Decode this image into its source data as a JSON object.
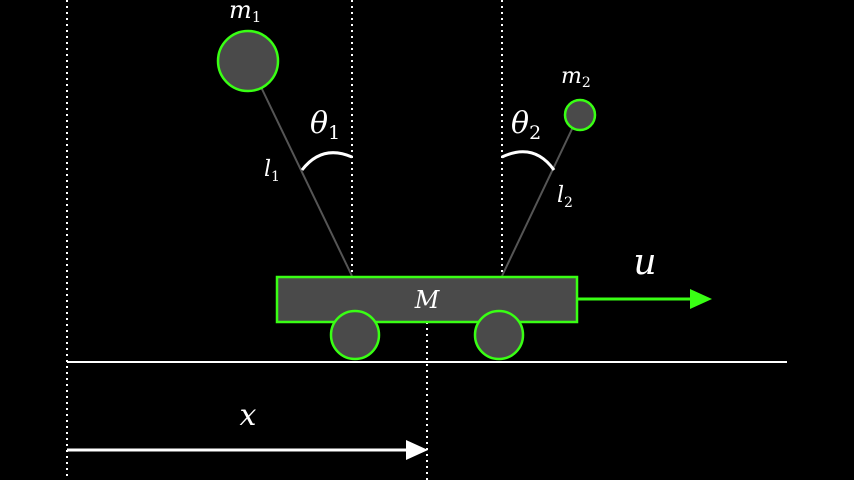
{
  "labels": {
    "mass1": "m",
    "mass1_sub": "1",
    "mass2": "m",
    "mass2_sub": "2",
    "angle1": "θ",
    "angle1_sub": "1",
    "angle2": "θ",
    "angle2_sub": "2",
    "length1": "l",
    "length1_sub": "1",
    "length2": "l",
    "length2_sub": "2",
    "cart_mass": "M",
    "force": "u",
    "position": "x"
  },
  "colors": {
    "background": "#000000",
    "accent_green": "#39ff14",
    "body_fill": "#4a4a4a",
    "line_white": "#ffffff",
    "rod_gray": "#555555"
  }
}
